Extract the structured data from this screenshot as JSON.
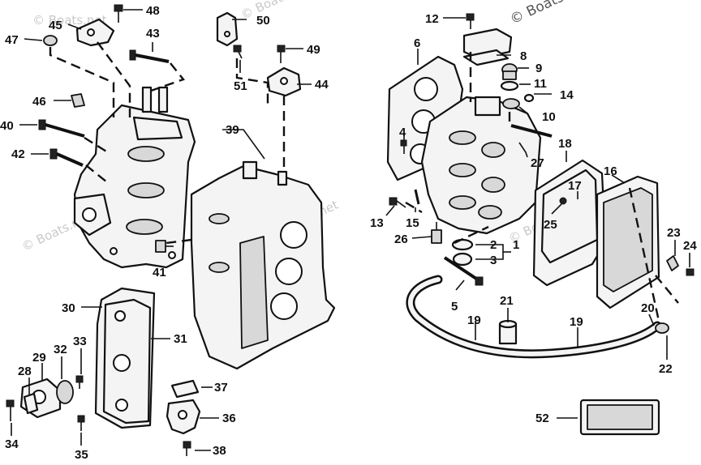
{
  "watermarks": [
    "© Boats.net",
    "© Boats.net",
    "© Boats.net",
    "© Boats.net",
    "© Boats.net",
    "© Boats.net"
  ],
  "callouts": {
    "c1": "1",
    "c2": "2",
    "c3": "3",
    "c4": "4",
    "c5": "5",
    "c6": "6",
    "c8": "8",
    "c9": "9",
    "c10": "10",
    "c11": "11",
    "c12": "12",
    "c13": "13",
    "c14": "14",
    "c15": "15",
    "c16": "16",
    "c17": "17",
    "c18": "18",
    "c19a": "19",
    "c19b": "19",
    "c20": "20",
    "c21": "21",
    "c22": "22",
    "c23": "23",
    "c24": "24",
    "c25": "25",
    "c26": "26",
    "c27": "27",
    "c28": "28",
    "c29": "29",
    "c30": "30",
    "c31": "31",
    "c32": "32",
    "c33": "33",
    "c34": "34",
    "c35": "35",
    "c36": "36",
    "c37": "37",
    "c38": "38",
    "c39": "39",
    "c40": "40",
    "c41": "41",
    "c42": "42",
    "c43": "43",
    "c44": "44",
    "c45": "45",
    "c46": "46",
    "c47": "47",
    "c48": "48",
    "c49": "49",
    "c50": "50",
    "c51": "51",
    "c52": "52"
  }
}
